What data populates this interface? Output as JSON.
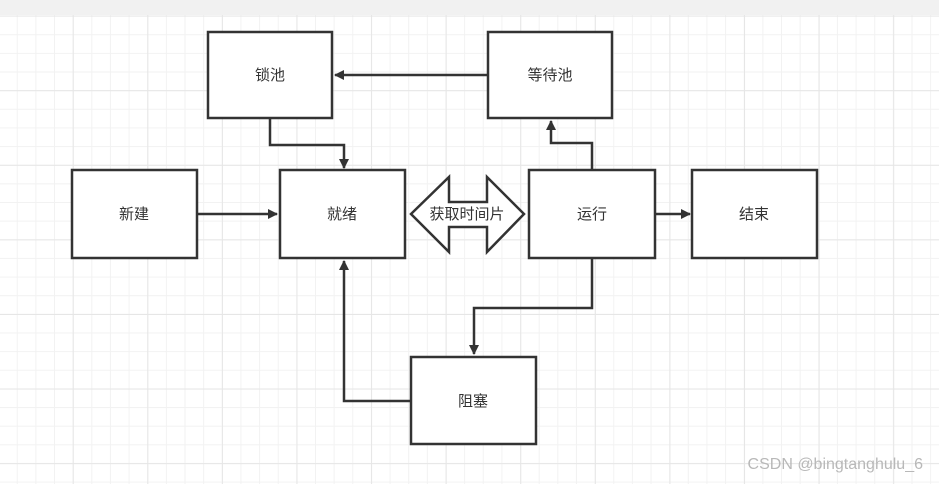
{
  "nodes": {
    "lock_pool": "锁池",
    "wait_pool": "等待池",
    "new": "新建",
    "ready": "就绪",
    "running": "运行",
    "end": "结束",
    "blocked": "阻塞"
  },
  "double_arrow_label": "获取时间片",
  "watermark": "CSDN @bingtanghulu_6",
  "colors": {
    "stroke": "#333333",
    "grid": "#e6e6e6"
  }
}
